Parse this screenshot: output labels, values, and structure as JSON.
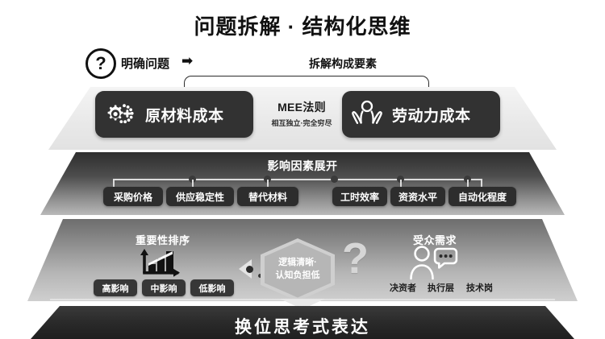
{
  "page": {
    "title": "问题拆解 · 结构化思维",
    "background_color": "#ffffff",
    "accent_dark": "#2d2d2d"
  },
  "top_row": {
    "question_icon": "question-mark-icon",
    "clarify_label": "明确问题",
    "arrow": "➡",
    "decompose_label": "拆解构成要素"
  },
  "tier1": {
    "left_box": {
      "label": "原材料成本",
      "icon": "gear-chain-plus-icon"
    },
    "right_box": {
      "label": "劳动力成本",
      "icon": "person-raised-hands-icon"
    },
    "center": {
      "title": "MEE法则",
      "subtitle": "相互独立·完全穷尽"
    }
  },
  "tier2": {
    "title": "影响因素展开",
    "left_items": [
      "采购价格",
      "供应稳定性",
      "替代材料"
    ],
    "right_items": [
      "工时效率",
      "资资水平",
      "自动化程度"
    ]
  },
  "tier3": {
    "left_heading": "重要性排序",
    "left_icon": "bar-chart-icon",
    "left_chips": [
      "高影响",
      "中影响",
      "低影响"
    ],
    "center_hex_line1": "逻辑清晰·",
    "center_hex_line2": "认知负担低",
    "center_question_icon": "question-mark-icon",
    "center_play_icon": "play-triangle-icon",
    "right_heading": "受众需求",
    "right_icon": "person-speech-bubble-icon",
    "right_items": [
      "决资者",
      "执行层",
      "技术岗"
    ]
  },
  "tier4": {
    "label": "换位思考式表达"
  }
}
